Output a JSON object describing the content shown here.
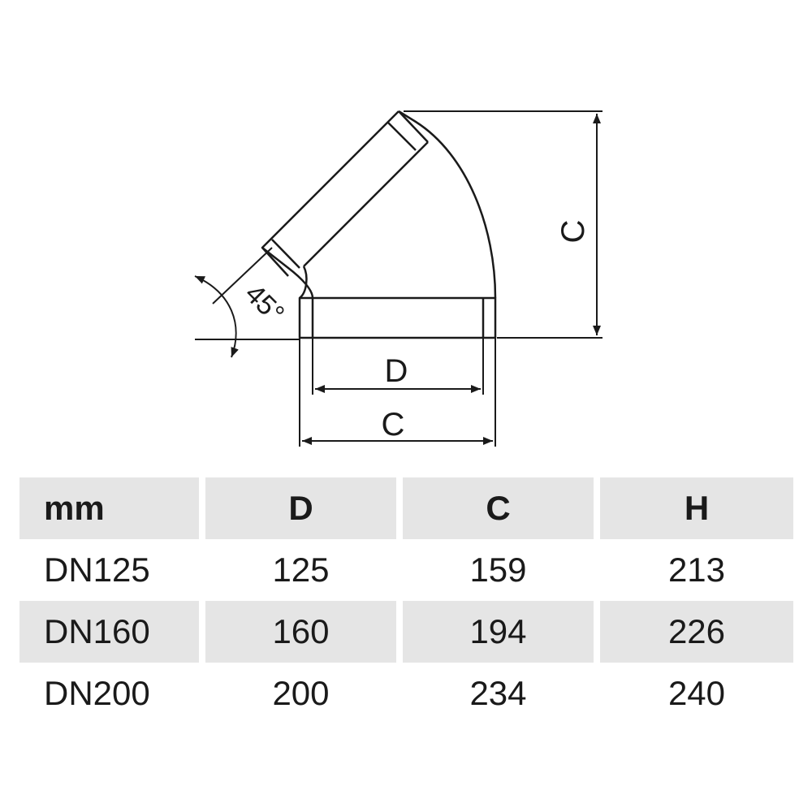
{
  "drawing": {
    "labels": {
      "angle": "45°",
      "height_label": "C",
      "inner_width_label": "D",
      "outer_width_label": "C"
    }
  },
  "table": {
    "headers": [
      "mm",
      "D",
      "C",
      "H"
    ],
    "rows": [
      [
        "DN125",
        "125",
        "159",
        "213"
      ],
      [
        "DN160",
        "160",
        "194",
        "226"
      ],
      [
        "DN200",
        "200",
        "234",
        "240"
      ]
    ]
  }
}
